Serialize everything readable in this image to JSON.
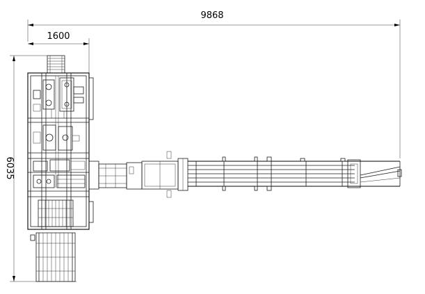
{
  "dimensions": {
    "overall_width": "9868",
    "tower_width": "1600",
    "overall_height": "6035"
  }
}
